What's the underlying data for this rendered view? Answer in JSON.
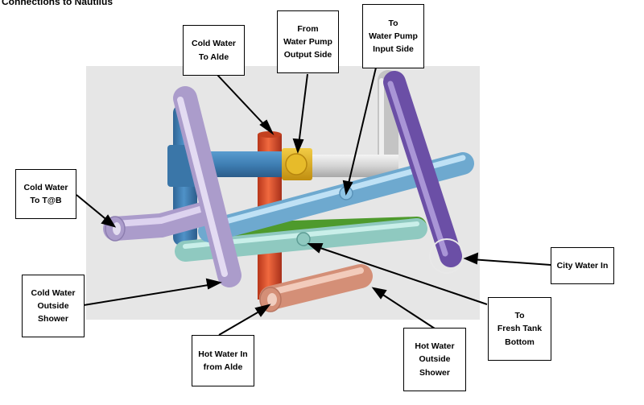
{
  "title": "Connections to Nautilus",
  "labels": {
    "cold_to_alde": "Cold Water\nTo Alde",
    "from_pump_output": "From\nWater Pump\nOutput Side",
    "to_pump_input": "To\nWater Pump\nInput Side",
    "cold_to_tab": "Cold Water\nTo T@B",
    "city_water_in": "City Water In",
    "cold_outside_shower": "Cold Water\nOutside\nShower",
    "to_fresh_tank_bottom": "To\nFresh Tank\nBottom",
    "hot_from_alde": "Hot Water In\nfrom Alde",
    "hot_outside_shower": "Hot Water\nOutside\nShower"
  },
  "colors": {
    "backdrop": "#e6e6e6",
    "cold_to_alde_pipe": "#e0512a",
    "blue_pipe": "#3f7fb4",
    "pump_fitting": "#e0b21e",
    "white_pipe": "#dcdcdc",
    "light_blue_pipe": "#8ec5e6",
    "mint_pipe": "#a7ddd6",
    "green_pipe": "#4e9a2c",
    "lavender_pipe": "#c6b8dd",
    "purple_pipe": "#7a5cb5",
    "salmon_pipe": "#e6a58e"
  }
}
